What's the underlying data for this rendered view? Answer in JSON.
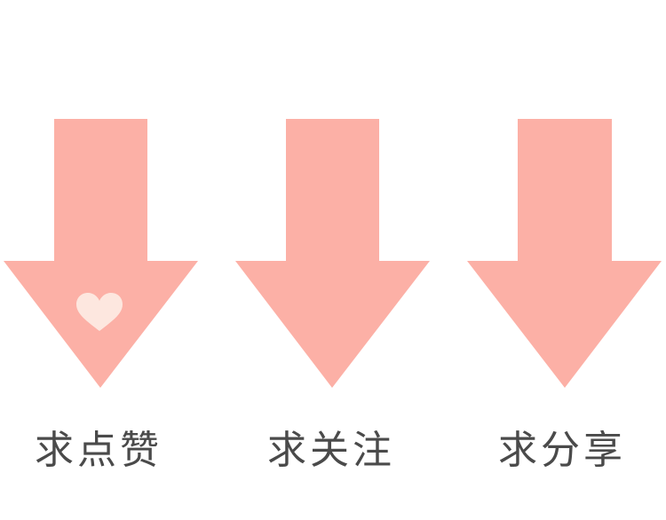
{
  "colors": {
    "arrow": "#fcb0a6",
    "heart": "#fde7df",
    "label": "#4a4a4a",
    "background": "#ffffff"
  },
  "arrows": [
    {
      "label": "求点赞",
      "icon": "heart-icon"
    },
    {
      "label": "求关注"
    },
    {
      "label": "求分享"
    }
  ]
}
